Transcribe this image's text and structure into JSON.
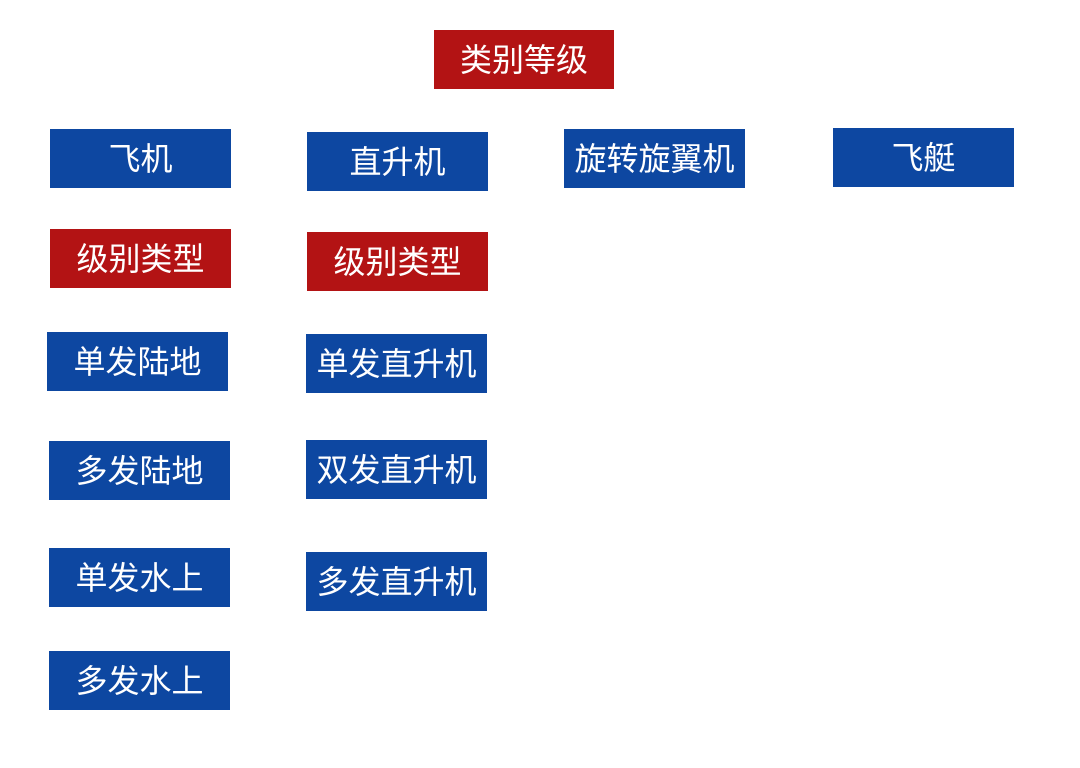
{
  "root": {
    "label": "类别等级"
  },
  "categories": {
    "airplane": "飞机",
    "helicopter": "直升机",
    "gyroplane": "旋转旋翼机",
    "airship": "飞艇"
  },
  "class_type_label": "级别类型",
  "airplane_classes": [
    "单发陆地",
    "多发陆地",
    "单发水上",
    "多发水上"
  ],
  "helicopter_classes": [
    "单发直升机",
    "双发直升机",
    "多发直升机"
  ],
  "colors": {
    "blue": "#0d47a1",
    "red": "#b31314",
    "text": "#ffffff"
  }
}
